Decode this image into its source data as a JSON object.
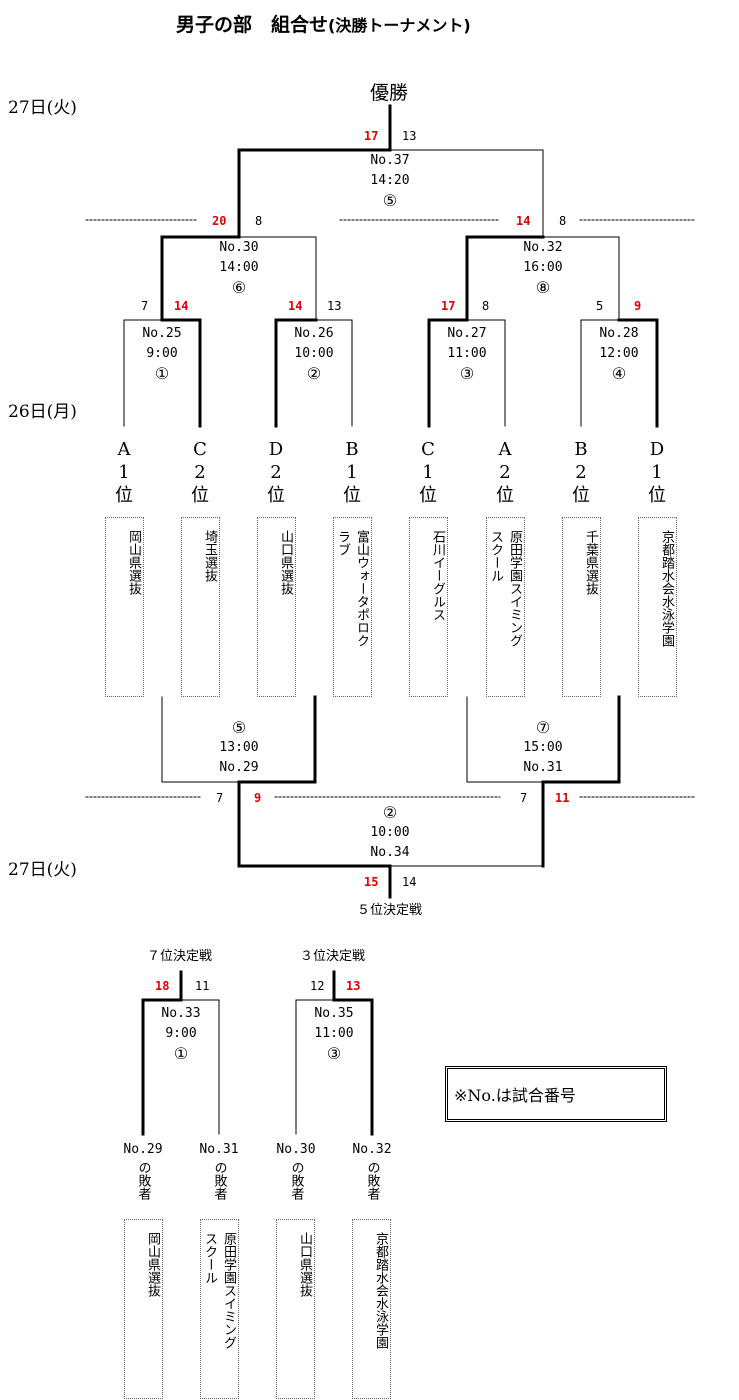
{
  "title": "男子の部　組合せ",
  "title_sub": "(決勝トーナメント)",
  "dates": {
    "day27": "27日(火)",
    "day26": "26日(月)"
  },
  "champion_label": "優勝",
  "final": {
    "no": "No.37",
    "time": "14:20",
    "court": "⑤",
    "score_left": "17",
    "score_right": "13"
  },
  "semis": [
    {
      "no": "No.30",
      "time": "14:00",
      "court": "⑥",
      "score_left": "20",
      "score_right": "8"
    },
    {
      "no": "No.32",
      "time": "16:00",
      "court": "⑧",
      "score_left": "14",
      "score_right": "8"
    }
  ],
  "quarters": [
    {
      "no": "No.25",
      "time": "9:00",
      "court": "①",
      "score_left": "7",
      "score_right": "14"
    },
    {
      "no": "No.26",
      "time": "10:00",
      "court": "②",
      "score_left": "14",
      "score_right": "13"
    },
    {
      "no": "No.27",
      "time": "11:00",
      "court": "③",
      "score_left": "17",
      "score_right": "8"
    },
    {
      "no": "No.28",
      "time": "12:00",
      "court": "④",
      "score_left": "5",
      "score_right": "9"
    }
  ],
  "seeds": [
    {
      "group": "A",
      "rank": "1",
      "suffix": "位",
      "team": "岡山県選抜"
    },
    {
      "group": "C",
      "rank": "2",
      "suffix": "位",
      "team": "埼玉選抜"
    },
    {
      "group": "D",
      "rank": "2",
      "suffix": "位",
      "team": "山口県選抜"
    },
    {
      "group": "B",
      "rank": "1",
      "suffix": "位",
      "team": "富山ウォータポロク\nラブ"
    },
    {
      "group": "C",
      "rank": "1",
      "suffix": "位",
      "team": "石川イーグルス"
    },
    {
      "group": "A",
      "rank": "2",
      "suffix": "位",
      "team": "原田学園スイミング\nスクール"
    },
    {
      "group": "B",
      "rank": "2",
      "suffix": "位",
      "team": "千葉県選抜"
    },
    {
      "group": "D",
      "rank": "1",
      "suffix": "位",
      "team": "京都踏水会水泳学園"
    }
  ],
  "consolation": [
    {
      "court": "⑤",
      "time": "13:00",
      "no": "No.29",
      "score_left": "7",
      "score_right": "9"
    },
    {
      "court": "⑦",
      "time": "15:00",
      "no": "No.31",
      "score_left": "7",
      "score_right": "11"
    }
  ],
  "fifth_place": {
    "court": "②",
    "time": "10:00",
    "no": "No.34",
    "score_left": "15",
    "score_right": "14",
    "label": "５位決定戦"
  },
  "seventh_place": {
    "label": "７位決定戦",
    "no": "No.33",
    "time": "9:00",
    "court": "①",
    "score_left": "18",
    "score_right": "11"
  },
  "third_place": {
    "label": "３位決定戦",
    "no": "No.35",
    "time": "11:00",
    "court": "③",
    "score_left": "12",
    "score_right": "13"
  },
  "losers": [
    {
      "match": "No.29",
      "text": "の敗者",
      "team": "岡山県選抜"
    },
    {
      "match": "No.31",
      "text": "の敗者",
      "team": "原田学園スイミング\nスクール"
    },
    {
      "match": "No.30",
      "text": "の敗者",
      "team": "山口県選抜"
    },
    {
      "match": "No.32",
      "text": "の敗者",
      "team": "京都踏水会水泳学園"
    }
  ],
  "note": "※No.は試合番号",
  "colors": {
    "winner_score": "#e00000",
    "line": "#000000"
  }
}
